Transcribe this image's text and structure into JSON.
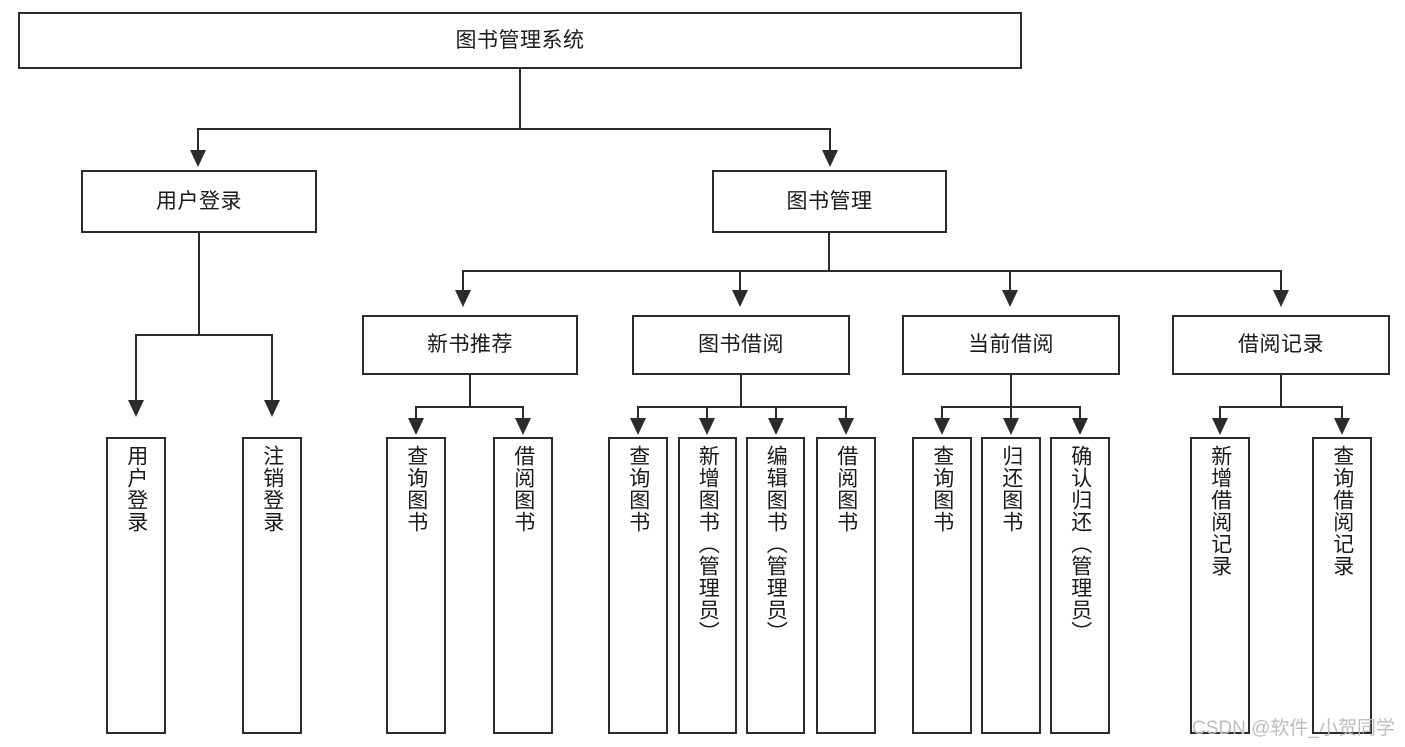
{
  "diagram": {
    "title": "图书管理系统",
    "type": "hierarchy-tree",
    "root": {
      "label": "图书管理系统"
    },
    "level2": [
      {
        "label": "用户登录"
      },
      {
        "label": "图书管理"
      }
    ],
    "level3": [
      {
        "label": "新书推荐"
      },
      {
        "label": "图书借阅"
      },
      {
        "label": "当前借阅"
      },
      {
        "label": "借阅记录"
      }
    ],
    "leaves": {
      "user_login": [
        {
          "label": "用户登录"
        },
        {
          "label": "注销登录"
        }
      ],
      "new_book_recommend": [
        {
          "label": "查询图书"
        },
        {
          "label": "借阅图书"
        }
      ],
      "book_borrow": [
        {
          "label": "查询图书"
        },
        {
          "label": "新增图书（管理员）"
        },
        {
          "label": "编辑图书（管理员）"
        },
        {
          "label": "借阅图书"
        }
      ],
      "current_borrow": [
        {
          "label": "查询图书"
        },
        {
          "label": "归还图书"
        },
        {
          "label": "确认归还（管理员）"
        }
      ],
      "borrow_record": [
        {
          "label": "新增借阅记录"
        },
        {
          "label": "查询借阅记录"
        }
      ]
    }
  },
  "watermark": {
    "text": "CSDN @软件_小贺同学"
  },
  "colors": {
    "stroke": "#2b2b2b",
    "background": "#ffffff",
    "text": "#1a1a1a",
    "watermark": "#bdbdbd"
  }
}
